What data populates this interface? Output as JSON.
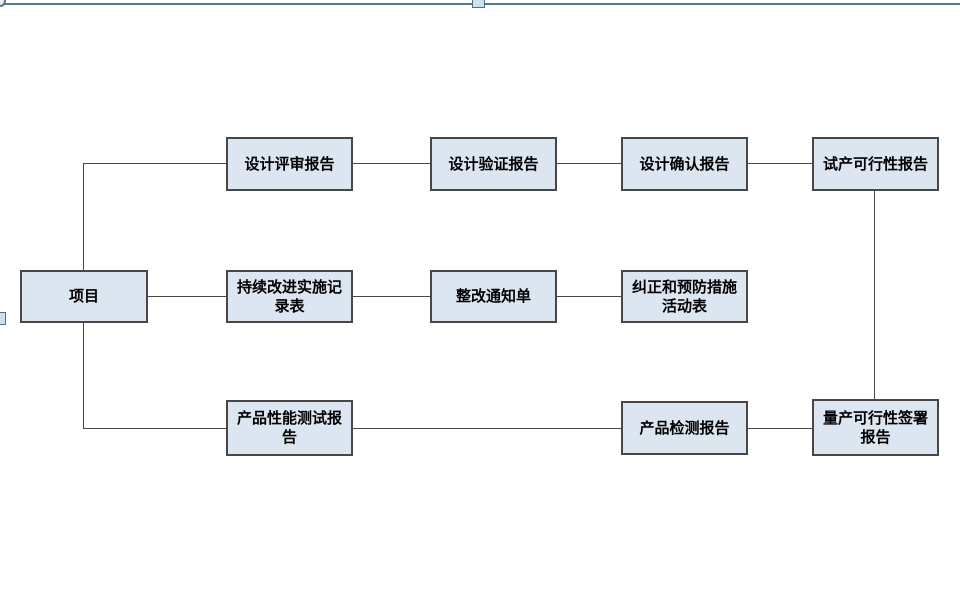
{
  "canvas": {
    "type": "drawing-canvas-selected",
    "background": "#ffffff",
    "border_color": "#55788c",
    "handle_fill": "#cfe0ea",
    "handle_border": "#4d7186"
  },
  "diagram": {
    "node_fill": "#dce6f1",
    "node_border": "#474747",
    "connector_color": "#474747",
    "text_color": "#000000",
    "nodes": [
      {
        "id": "project",
        "label": "项目"
      },
      {
        "id": "design-review-report",
        "label": "设计评审报告"
      },
      {
        "id": "design-verification-report",
        "label": "设计验证报告"
      },
      {
        "id": "design-confirmation-report",
        "label": "设计确认报告"
      },
      {
        "id": "pilot-production-feasibility-report",
        "label": "试产可行性报告"
      },
      {
        "id": "continuous-improvement-record-form",
        "label": "持续改进实施记\n录表"
      },
      {
        "id": "rectification-notice",
        "label": "整改通知单"
      },
      {
        "id": "corrective-preventive-actions-form",
        "label": "纠正和预防措施\n活动表"
      },
      {
        "id": "product-performance-test-report",
        "label": "产品性能测试报\n告"
      },
      {
        "id": "product-inspection-report",
        "label": "产品检测报告"
      },
      {
        "id": "mass-production-feasibility-signed-report",
        "label": "量产可行性签署\n报告"
      }
    ],
    "connectors": [
      {
        "from": "project",
        "to": "design-review-report",
        "route": "up-then-right"
      },
      {
        "from": "design-review-report",
        "to": "design-verification-report"
      },
      {
        "from": "design-verification-report",
        "to": "design-confirmation-report"
      },
      {
        "from": "design-confirmation-report",
        "to": "pilot-production-feasibility-report"
      },
      {
        "from": "project",
        "to": "continuous-improvement-record-form"
      },
      {
        "from": "continuous-improvement-record-form",
        "to": "rectification-notice"
      },
      {
        "from": "rectification-notice",
        "to": "corrective-preventive-actions-form"
      },
      {
        "from": "project",
        "to": "product-performance-test-report",
        "route": "down-then-right"
      },
      {
        "from": "product-performance-test-report",
        "to": "product-inspection-report"
      },
      {
        "from": "product-inspection-report",
        "to": "mass-production-feasibility-signed-report"
      },
      {
        "from": "pilot-production-feasibility-report",
        "to": "mass-production-feasibility-signed-report",
        "route": "down"
      }
    ]
  }
}
